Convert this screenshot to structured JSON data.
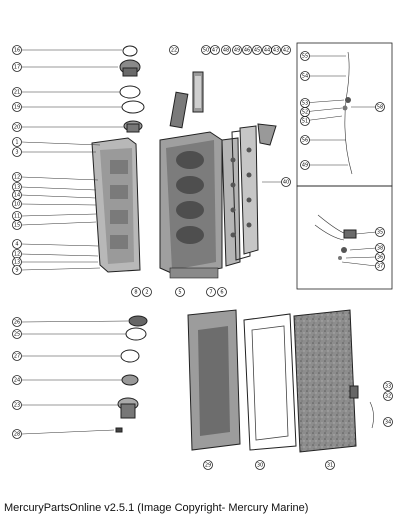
{
  "caption": "MercuryPartsOnline v2.5.1 (Image Copyright- Mercury Marine)",
  "callouts": {
    "left_column": [
      "16",
      "17",
      "21",
      "19",
      "20",
      "1",
      "3",
      "12",
      "13",
      "14",
      "10",
      "11",
      "15",
      "4",
      "12",
      "13",
      "9"
    ],
    "lower_left_column": [
      "26",
      "25",
      "27",
      "24",
      "23",
      "28"
    ],
    "top_row": [
      "22",
      "50",
      "47",
      "48",
      "49",
      "46",
      "45",
      "44",
      "43",
      "42"
    ],
    "right_inset_top": [
      "55",
      "54",
      "53",
      "52",
      "51",
      "58",
      "56",
      "49"
    ],
    "right_inset_bottom": [
      "35",
      "38",
      "36",
      "37"
    ],
    "main_block_bottom": [
      "8",
      "2",
      "5",
      "7",
      "6"
    ],
    "middle_right": [
      "40"
    ],
    "lower_right_small": [
      "33",
      "32",
      "34"
    ],
    "plate_bottom": [
      "29",
      "30",
      "31"
    ]
  },
  "colors": {
    "ink": "#222222",
    "background": "#ffffff",
    "metal_dark": "#6e6e6e",
    "metal_mid": "#9a9a9a",
    "metal_light": "#c8c8c8"
  }
}
